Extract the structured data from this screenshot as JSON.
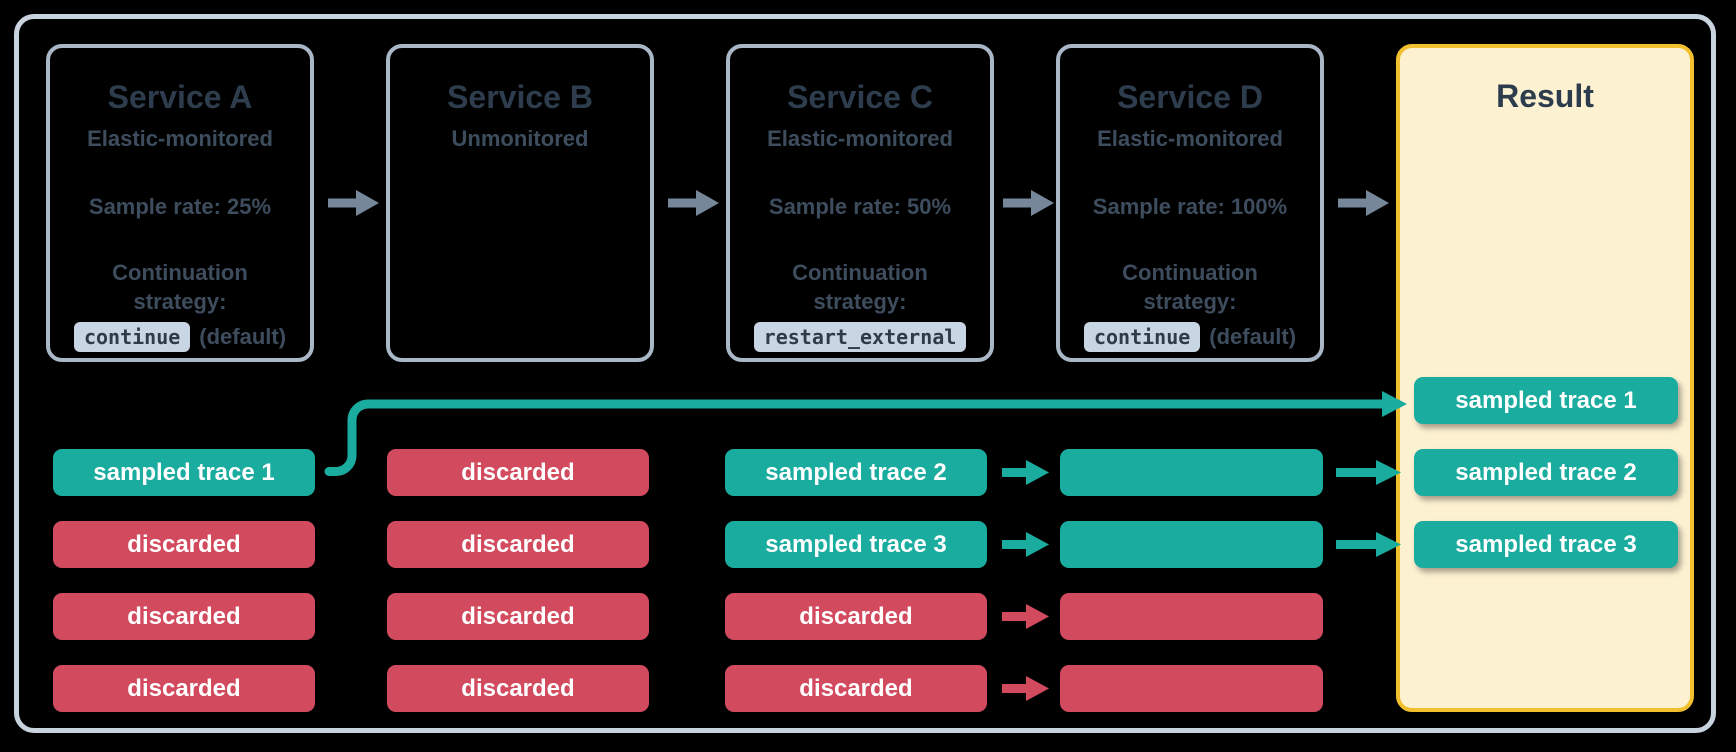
{
  "services": [
    {
      "title": "Service A",
      "subtitle": "Elastic-monitored",
      "sample_rate": "Sample rate: 25%",
      "continuation_label": "Continuation strategy:",
      "strategy_code": "continue",
      "strategy_suffix": "(default)"
    },
    {
      "title": "Service B",
      "subtitle": "Unmonitored"
    },
    {
      "title": "Service C",
      "subtitle": "Elastic-monitored",
      "sample_rate": "Sample rate: 50%",
      "continuation_label": "Continuation strategy:",
      "strategy_code": "restart_external",
      "strategy_suffix": ""
    },
    {
      "title": "Service D",
      "subtitle": "Elastic-monitored",
      "sample_rate": "Sample rate: 100%",
      "continuation_label": "Continuation strategy:",
      "strategy_code": "continue",
      "strategy_suffix": "(default)"
    }
  ],
  "trace_columns": [
    {
      "service": "Service A",
      "chips": [
        {
          "label": "sampled trace 1",
          "type": "sampled"
        },
        {
          "label": "discarded",
          "type": "discarded"
        },
        {
          "label": "discarded",
          "type": "discarded"
        },
        {
          "label": "discarded",
          "type": "discarded"
        }
      ]
    },
    {
      "service": "Service B",
      "chips": [
        {
          "label": "discarded",
          "type": "discarded"
        },
        {
          "label": "discarded",
          "type": "discarded"
        },
        {
          "label": "discarded",
          "type": "discarded"
        },
        {
          "label": "discarded",
          "type": "discarded"
        }
      ]
    },
    {
      "service": "Service C",
      "chips": [
        {
          "label": "sampled trace 2",
          "type": "sampled"
        },
        {
          "label": "sampled trace 3",
          "type": "sampled"
        },
        {
          "label": "discarded",
          "type": "discarded"
        },
        {
          "label": "discarded",
          "type": "discarded"
        }
      ]
    },
    {
      "service": "Service D",
      "chips": [
        {
          "label": "",
          "type": "sampled"
        },
        {
          "label": "",
          "type": "sampled"
        },
        {
          "label": "",
          "type": "discarded"
        },
        {
          "label": "",
          "type": "discarded"
        }
      ]
    }
  ],
  "result": {
    "title": "Result",
    "chips": [
      {
        "label": "sampled trace 1",
        "type": "sampled"
      },
      {
        "label": "sampled trace 2",
        "type": "sampled"
      },
      {
        "label": "sampled trace 3",
        "type": "sampled"
      }
    ]
  },
  "icons": {
    "service_flow": "arrow-right-icon",
    "trace_flow": "arrow-right-icon",
    "sampled_trace_route": "elbow-connector-line"
  },
  "colors": {
    "background": "#000000",
    "frame_border": "#c9d3de",
    "card_border": "#a9b7c7",
    "card_title_text": "#2e3d4e",
    "card_body_text": "#3e4d5e",
    "code_chip_bg": "#c8d6e3",
    "code_chip_text": "#2d3b4a",
    "result_bg": "#fcf1d1",
    "result_border": "#f2c02f",
    "sampled_teal": "#1aac9e",
    "discarded_red": "#d24a5e",
    "flow_arrow_gray": "#76879a",
    "chip_text": "#ffffff"
  }
}
